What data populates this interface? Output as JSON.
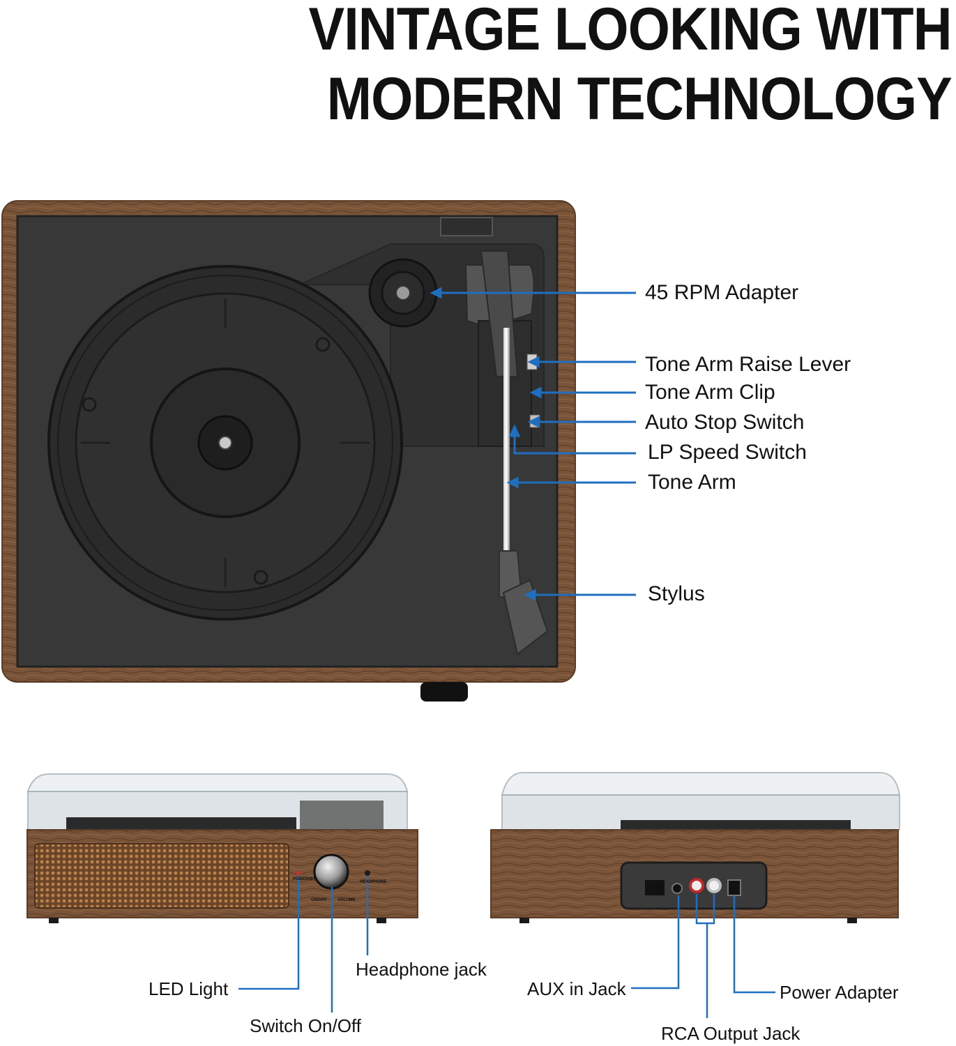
{
  "headline": {
    "line1": "VINTAGE LOOKING WITH",
    "line2": "MODERN TECHNOLOGY"
  },
  "colors": {
    "callout_blue": "#1f6fc0",
    "wood": "#7a5438",
    "deck": "#3c3c3c"
  },
  "top_callouts": [
    "45 RPM Adapter",
    "Tone Arm Raise Lever",
    "Tone Arm Clip",
    "Auto Stop Switch",
    "LP Speed Switch",
    "Tone Arm",
    "Stylus"
  ],
  "front_callouts": {
    "led": "LED Light",
    "switch": "Switch On/Off",
    "headphone": "Headphone jack"
  },
  "rear_callouts": {
    "aux": "AUX in Jack",
    "rca": "RCA Output Jack",
    "power": "Power Adapter"
  },
  "panel_markings": {
    "power_bt": "POWER/BT",
    "headphone": "HEADPHONE",
    "on_off": "ON/OFF",
    "volume": "VOLUME"
  }
}
